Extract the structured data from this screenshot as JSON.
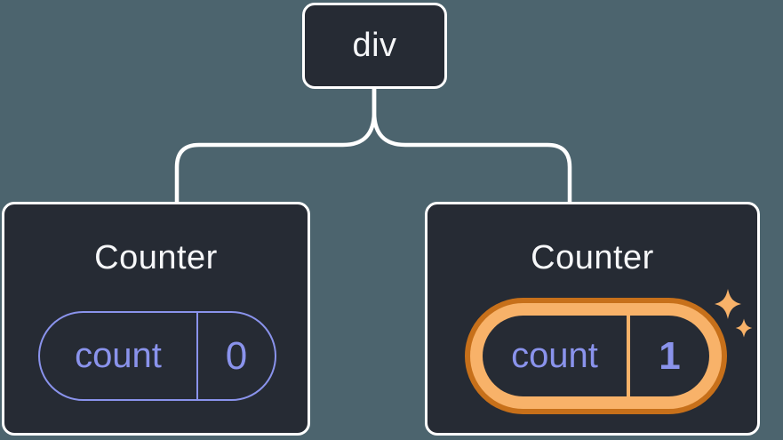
{
  "page": {
    "description": "Component tree diagram: a div root with two Counter children; the second Counter's count state pill is highlighted"
  },
  "colors": {
    "page_bg": "#4c646e",
    "card_bg": "#262b34",
    "line_white": "#ffffff",
    "text_white": "#f6f7f9",
    "accent_purple": "#8a93ec",
    "highlight_orange": "#f8b269",
    "highlight_orange_dark": "#c7701a"
  },
  "root_node": {
    "label": "div"
  },
  "counters": [
    {
      "title": "Counter",
      "state_key": "count",
      "state_value": "0",
      "highlighted": false
    },
    {
      "title": "Counter",
      "state_key": "count",
      "state_value": "1",
      "highlighted": true
    }
  ],
  "icons": {
    "sparkles": "sparkles-icon"
  }
}
